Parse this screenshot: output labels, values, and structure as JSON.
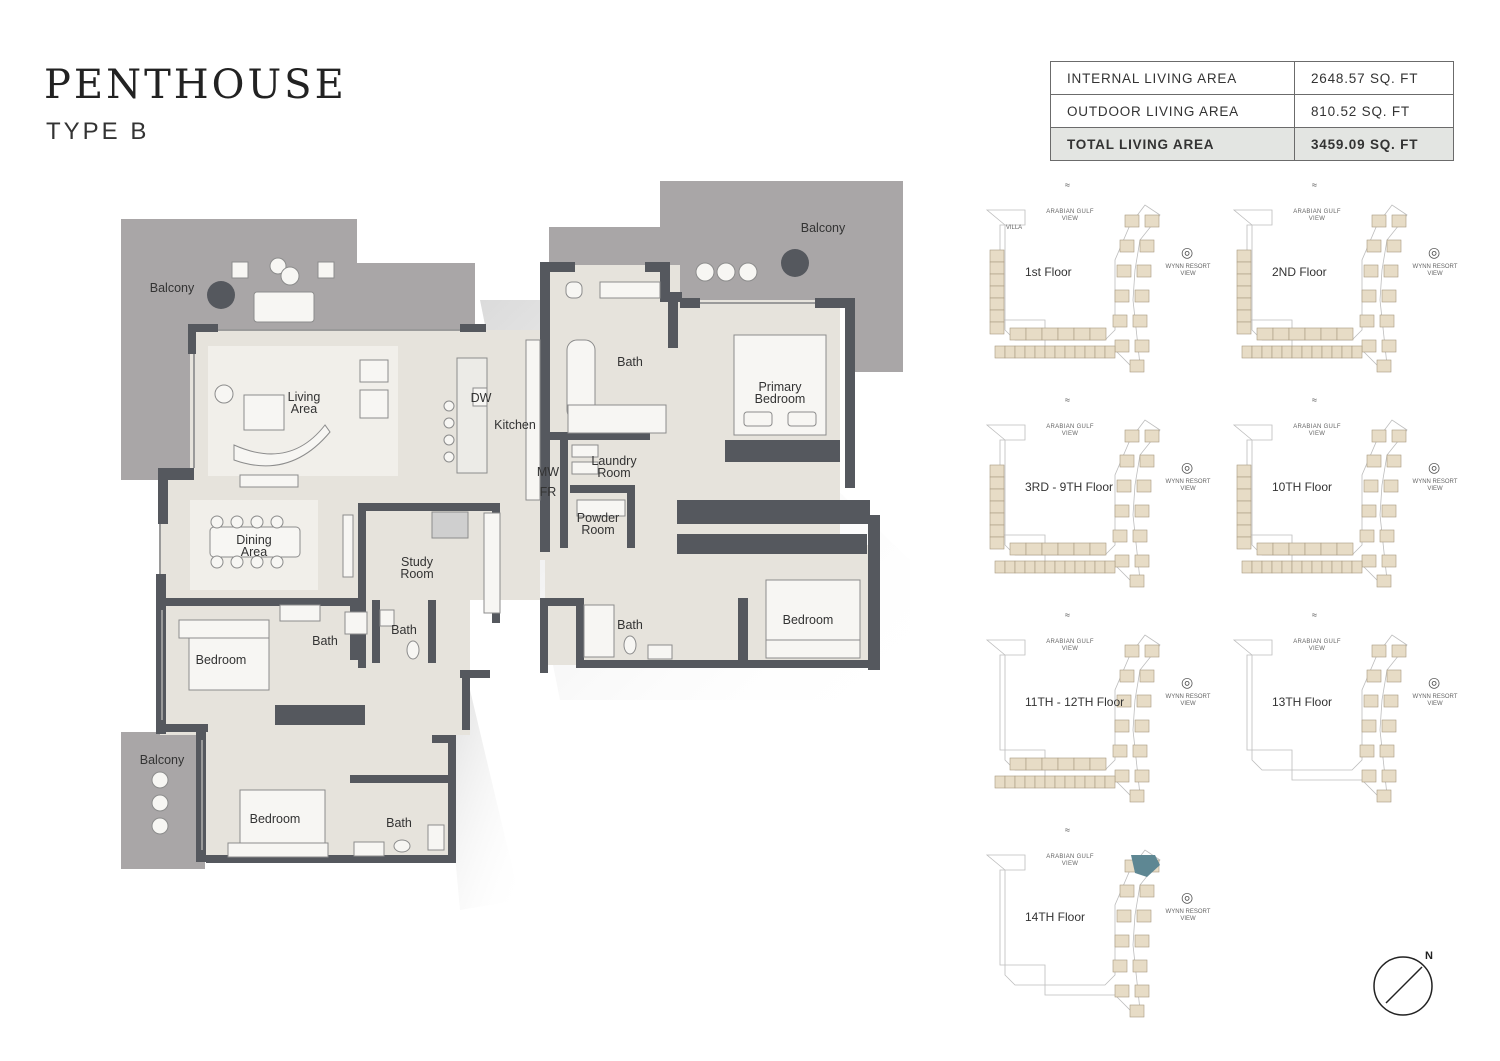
{
  "header": {
    "title": "PENTHOUSE",
    "subtitle": "TYPE B"
  },
  "areas": [
    {
      "label": "INTERNAL LIVING AREA",
      "value": "2648.57 SQ. FT"
    },
    {
      "label": "OUTDOOR LIVING AREA",
      "value": "810.52 SQ. FT"
    },
    {
      "label": "TOTAL LIVING AREA",
      "value": "3459.09 SQ. FT"
    }
  ],
  "rooms": {
    "balcony_nw": "Balcony",
    "balcony_ne": "Balcony",
    "balcony_sw": "Balcony",
    "living_1": "Living",
    "living_2": "Area",
    "kitchen": "Kitchen",
    "dw": "DW",
    "mw": "MW",
    "fr": "FR",
    "dining_1": "Dining",
    "dining_2": "Area",
    "study_1": "Study",
    "study_2": "Room",
    "bath_top": "Bath",
    "bath_mid1": "Bath",
    "bath_mid2": "Bath",
    "bath_right": "Bath",
    "bath_bottom": "Bath",
    "laundry_1": "Laundry",
    "laundry_2": "Room",
    "powder_1": "Powder",
    "powder_2": "Room",
    "primary_1": "Primary",
    "primary_2": "Bedroom",
    "bedroom_w": "Bedroom",
    "bedroom_e": "Bedroom",
    "bedroom_s": "Bedroom"
  },
  "floors": {
    "sea_view": "ARABIAN GULF VIEW",
    "wynn_view": "WYNN RESORT VIEW",
    "villa": "VILLA",
    "items": [
      {
        "label": "1st Floor"
      },
      {
        "label": "2ND Floor"
      },
      {
        "label": "3RD - 9TH Floor"
      },
      {
        "label": "10TH Floor"
      },
      {
        "label": "11TH - 12TH Floor"
      },
      {
        "label": "13TH Floor"
      },
      {
        "label": "14TH Floor",
        "highlight_unit": "01"
      }
    ]
  },
  "compass": {
    "label": "N"
  },
  "colors": {
    "wall": "#55585e",
    "balcony": "#a9a6a7",
    "interior": "#e6e3dc",
    "unit_fill": "#e7dcc6",
    "highlight": "#5e8793"
  }
}
